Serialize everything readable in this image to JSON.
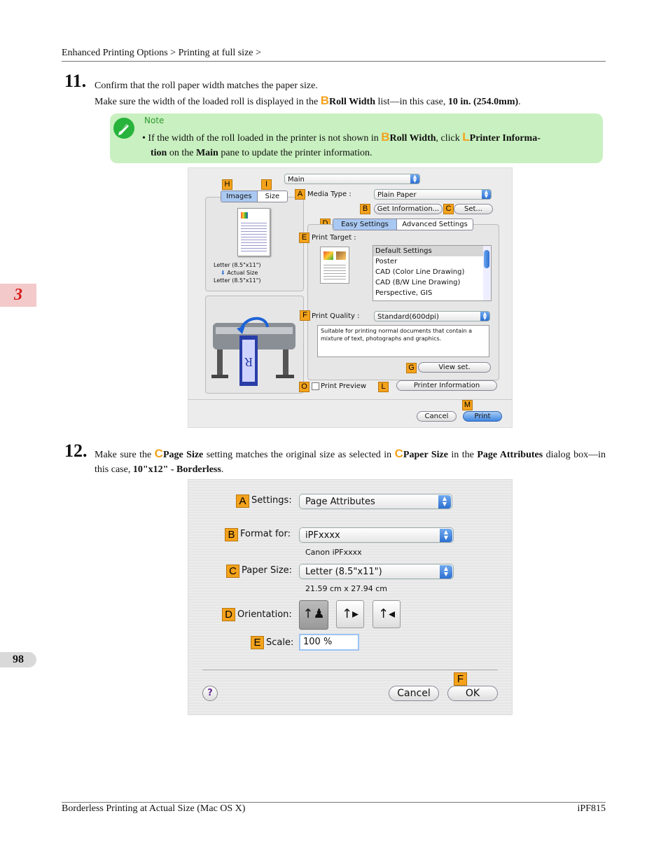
{
  "header": {
    "breadcrumb_a": "Enhanced Printing Options",
    "breadcrumb_b": "Printing at full size",
    "sep": ">"
  },
  "side": {
    "chapter": "3",
    "page": "98"
  },
  "step11": {
    "num": "11.",
    "line1": "Confirm that the roll paper width matches the paper size.",
    "line2_pre": "Make sure the width of the loaded roll is displayed in the",
    "icon_b": "B",
    "bold1": "Roll Width",
    "line2_mid": "list—in this case,",
    "bold2": "10 in. (254.0mm)",
    "line2_end": "."
  },
  "note": {
    "title": "Note",
    "bullet": "•",
    "t1": "If the width of the roll loaded in the printer is not shown in",
    "icon_b": "B",
    "b1": "Roll Width",
    "t2": ", click",
    "icon_l": "L",
    "b2": "Printer Informa-",
    "b3": "tion",
    "t3": "on the",
    "b4": "Main",
    "t4": "pane to update the printer information."
  },
  "dialog1": {
    "tab_select": "Main",
    "tabs": [
      "Images",
      "Size"
    ],
    "labels": {
      "H": "H",
      "I": "I",
      "A": "A",
      "B": "B",
      "C": "C",
      "D": "D",
      "E": "E",
      "F": "F",
      "G": "G",
      "O": "O",
      "L": "L",
      "M": "M"
    },
    "media_type_label": "Media Type :",
    "media_type_value": "Plain Paper",
    "get_info": "Get Information...",
    "set": "Set...",
    "mode_tabs": [
      "Easy Settings",
      "Advanced Settings"
    ],
    "print_target_label": "Print Target :",
    "targets": [
      "Default Settings",
      "Poster",
      "CAD (Color Line Drawing)",
      "CAD (B/W Line Drawing)",
      "Perspective, GIS"
    ],
    "size_line1": "Letter (8.5\"x11\")",
    "size_line2": "Actual Size",
    "size_line3": "Letter (8.5\"x11\")",
    "print_quality_label": "Print Quality :",
    "print_quality_value": "Standard(600dpi)",
    "description": "Suitable for printing normal documents that contain a mixture of text, photographs and graphics.",
    "view_set": "View set.",
    "print_preview": "Print Preview",
    "printer_information": "Printer Information",
    "cancel": "Cancel",
    "print": "Print"
  },
  "step12": {
    "num": "12.",
    "t1": "Make sure the",
    "icon_c": "C",
    "b1": "Page Size",
    "t2": "setting matches the original size as selected in",
    "b2": "Paper Size",
    "t3": "in the",
    "b3": "Page Attributes",
    "t4": "dialog box—in this case,",
    "b4": "10\"x12\" - Borderless",
    "t5": "."
  },
  "dialog2": {
    "labels": {
      "A": "A",
      "B": "B",
      "C": "C",
      "D": "D",
      "E": "E",
      "F": "F"
    },
    "settings_label": "Settings:",
    "settings_value": "Page Attributes",
    "format_label": "Format for:",
    "format_value": "iPFxxxx",
    "format_sub": "Canon iPFxxxx",
    "paper_label": "Paper Size:",
    "paper_value": "Letter (8.5\"x11\")",
    "paper_sub": "21.59 cm x 27.94 cm",
    "orientation_label": "Orientation:",
    "scale_label": "Scale:",
    "scale_value": "100 %",
    "help": "?",
    "cancel": "Cancel",
    "ok": "OK"
  },
  "footer": {
    "left": "Borderless Printing at Actual Size (Mac OS X)",
    "right": "iPF815"
  }
}
